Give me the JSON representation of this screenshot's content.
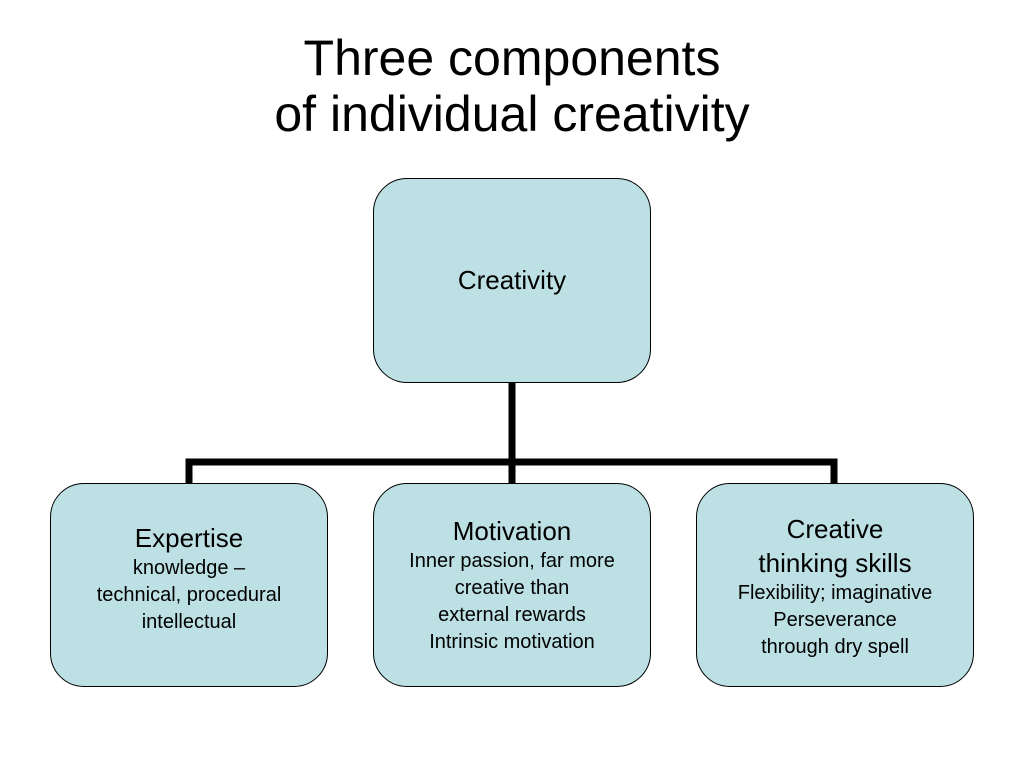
{
  "title": {
    "line1": "Three components",
    "line2": "of individual creativity"
  },
  "colors": {
    "node_fill": "#bde0e4",
    "node_border": "#000000",
    "connector": "#000000"
  },
  "root": {
    "label": "Creativity"
  },
  "children": [
    {
      "heading": [
        "Expertise"
      ],
      "details": [
        "knowledge –",
        "technical, procedural",
        "intellectual"
      ]
    },
    {
      "heading": [
        "Motivation"
      ],
      "details": [
        "Inner passion, far more",
        "creative than",
        "external rewards",
        "Intrinsic motivation"
      ]
    },
    {
      "heading": [
        "Creative",
        "thinking skills"
      ],
      "details": [
        "Flexibility; imaginative",
        "Perseverance",
        "through dry spell"
      ]
    }
  ]
}
